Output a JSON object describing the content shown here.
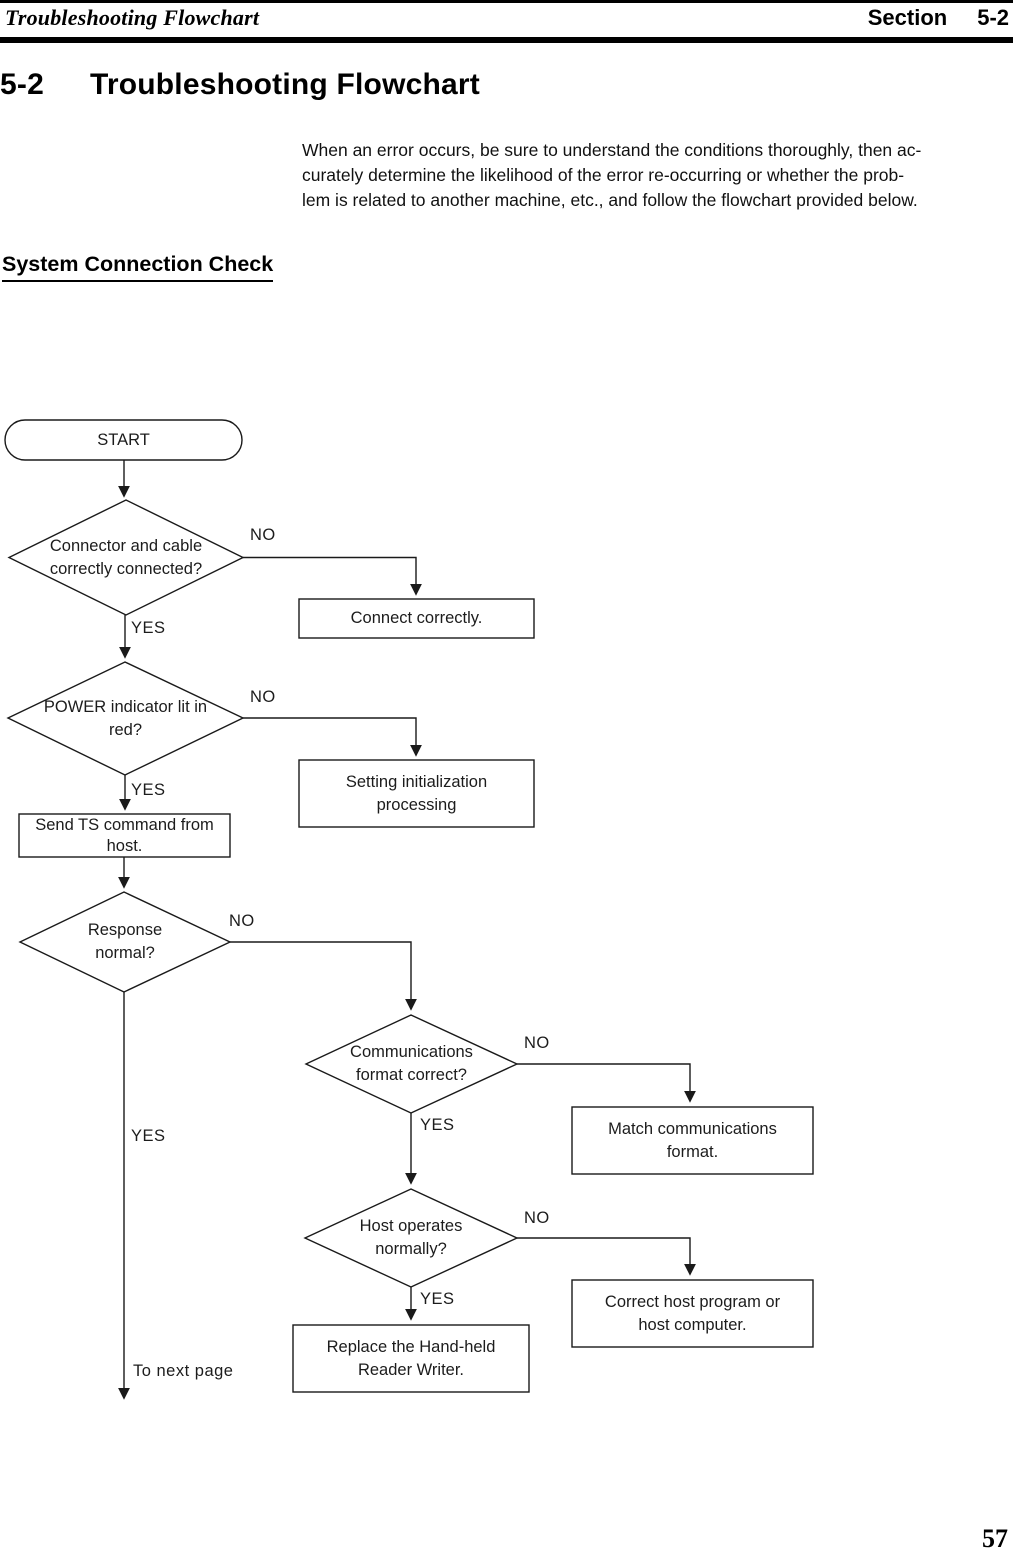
{
  "header": {
    "doc_title": "Troubleshooting Flowchart",
    "section_label": "Section",
    "section_number": "5-2"
  },
  "title": {
    "number": "5-2",
    "text": "Troubleshooting Flowchart"
  },
  "intro": {
    "lines": [
      "When an error occurs, be sure to understand the conditions thoroughly, then ac-",
      "curately determine the likelihood of the error re-occurring or whether the prob-",
      "lem is related to another machine, etc., and follow the flowchart provided below."
    ]
  },
  "subheading": "System Connection Check",
  "flowchart": {
    "start_label": "START",
    "decision_connector": {
      "lines": [
        "Connector and cable",
        "correctly connected?"
      ]
    },
    "process_connect": {
      "lines": [
        "Connect correctly."
      ]
    },
    "decision_power": {
      "lines": [
        "POWER indicator lit in",
        "red?"
      ]
    },
    "process_setting": {
      "lines": [
        "Setting initialization",
        "processing"
      ]
    },
    "process_send_ts": {
      "lines": [
        "Send TS command from",
        "host."
      ]
    },
    "decision_response": {
      "lines": [
        "Response",
        "normal?"
      ]
    },
    "decision_comm_format": {
      "lines": [
        "Communications",
        "format correct?"
      ]
    },
    "process_match_format": {
      "lines": [
        "Match communications",
        "format."
      ]
    },
    "decision_host": {
      "lines": [
        "Host operates",
        "normally?"
      ]
    },
    "process_correct_host": {
      "lines": [
        "Correct host program or",
        "host computer."
      ]
    },
    "process_replace": {
      "lines": [
        "Replace the Hand-held",
        "Reader Writer."
      ]
    },
    "labels": {
      "yes": "YES",
      "no": "NO",
      "to_next_page": "To next page"
    }
  },
  "footer": {
    "page_number": "57"
  }
}
